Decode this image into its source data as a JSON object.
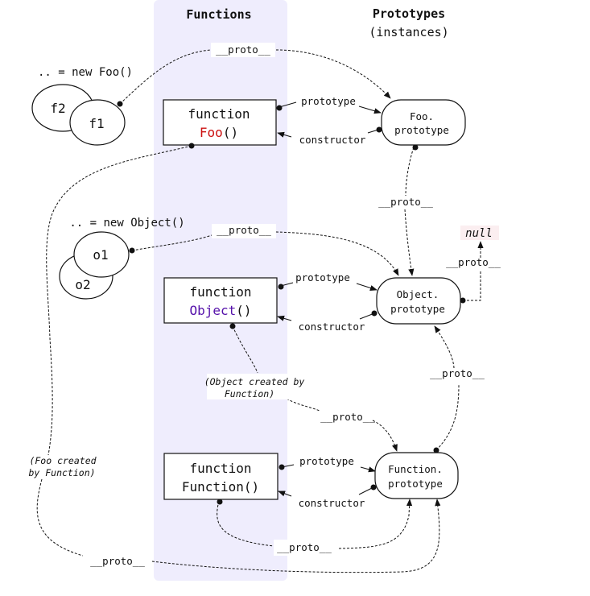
{
  "colors": {
    "column_band": "#efedfd",
    "foo_accent": "#cc1111",
    "object_accent": "#5511aa",
    "null_bg": "#fbeef0"
  },
  "headers": {
    "functions": "Functions",
    "prototypes": "Prototypes",
    "prototypes_sub": "(instances)"
  },
  "instances": {
    "foo_caption": ".. = new Foo()",
    "f1": "f1",
    "f2": "f2",
    "object_caption": ".. = new Object()",
    "o1": "o1",
    "o2": "o2"
  },
  "functions": {
    "foo": {
      "keyword": "function",
      "name": "Foo",
      "parens": "()"
    },
    "object": {
      "keyword": "function",
      "name": "Object",
      "parens": "()"
    },
    "function": {
      "keyword": "function",
      "name": "Function()"
    }
  },
  "prototypes": {
    "foo": {
      "line1": "Foo.",
      "line2": "prototype"
    },
    "object": {
      "line1": "Object.",
      "line2": "prototype"
    },
    "function": {
      "line1": "Function.",
      "line2": "prototype"
    }
  },
  "edges": {
    "proto": "__proto__",
    "prototype": "prototype",
    "constructor": "constructor",
    "null": "null"
  },
  "notes": {
    "object_created_1": "(Object created by",
    "object_created_2": "Function)",
    "foo_created_1": "(Foo created",
    "foo_created_2": "by Function)"
  }
}
